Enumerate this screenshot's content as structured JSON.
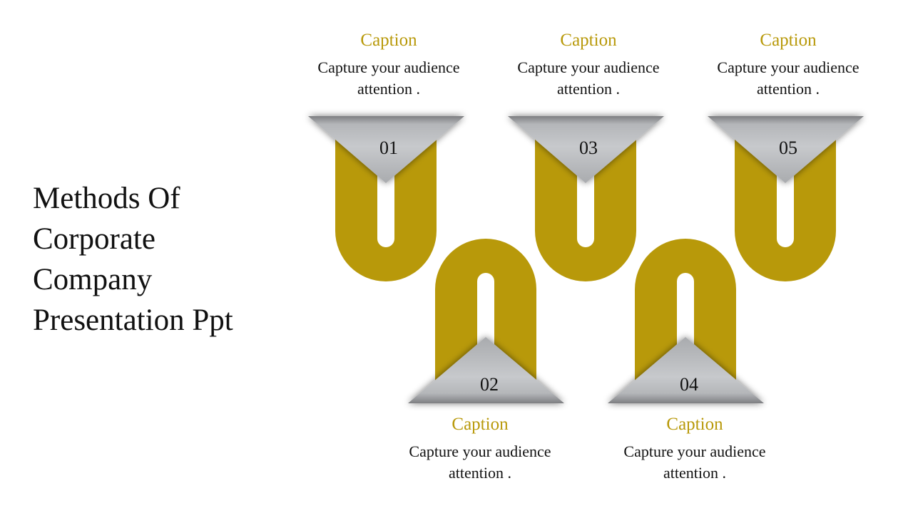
{
  "slide": {
    "title_lines": [
      "Methods Of",
      "Corporate",
      "Company",
      "Presentation Ppt"
    ],
    "accent_color": "#B8990A",
    "marker_color": "#C0C2C5"
  },
  "steps": [
    {
      "number": "01",
      "caption": "Caption",
      "text": "Capture your audience attention ."
    },
    {
      "number": "02",
      "caption": "Caption",
      "text": "Capture your audience attention ."
    },
    {
      "number": "03",
      "caption": "Caption",
      "text": "Capture your audience attention ."
    },
    {
      "number": "04",
      "caption": "Caption",
      "text": "Capture your audience attention ."
    },
    {
      "number": "05",
      "caption": "Caption",
      "text": "Capture your audience attention ."
    }
  ]
}
